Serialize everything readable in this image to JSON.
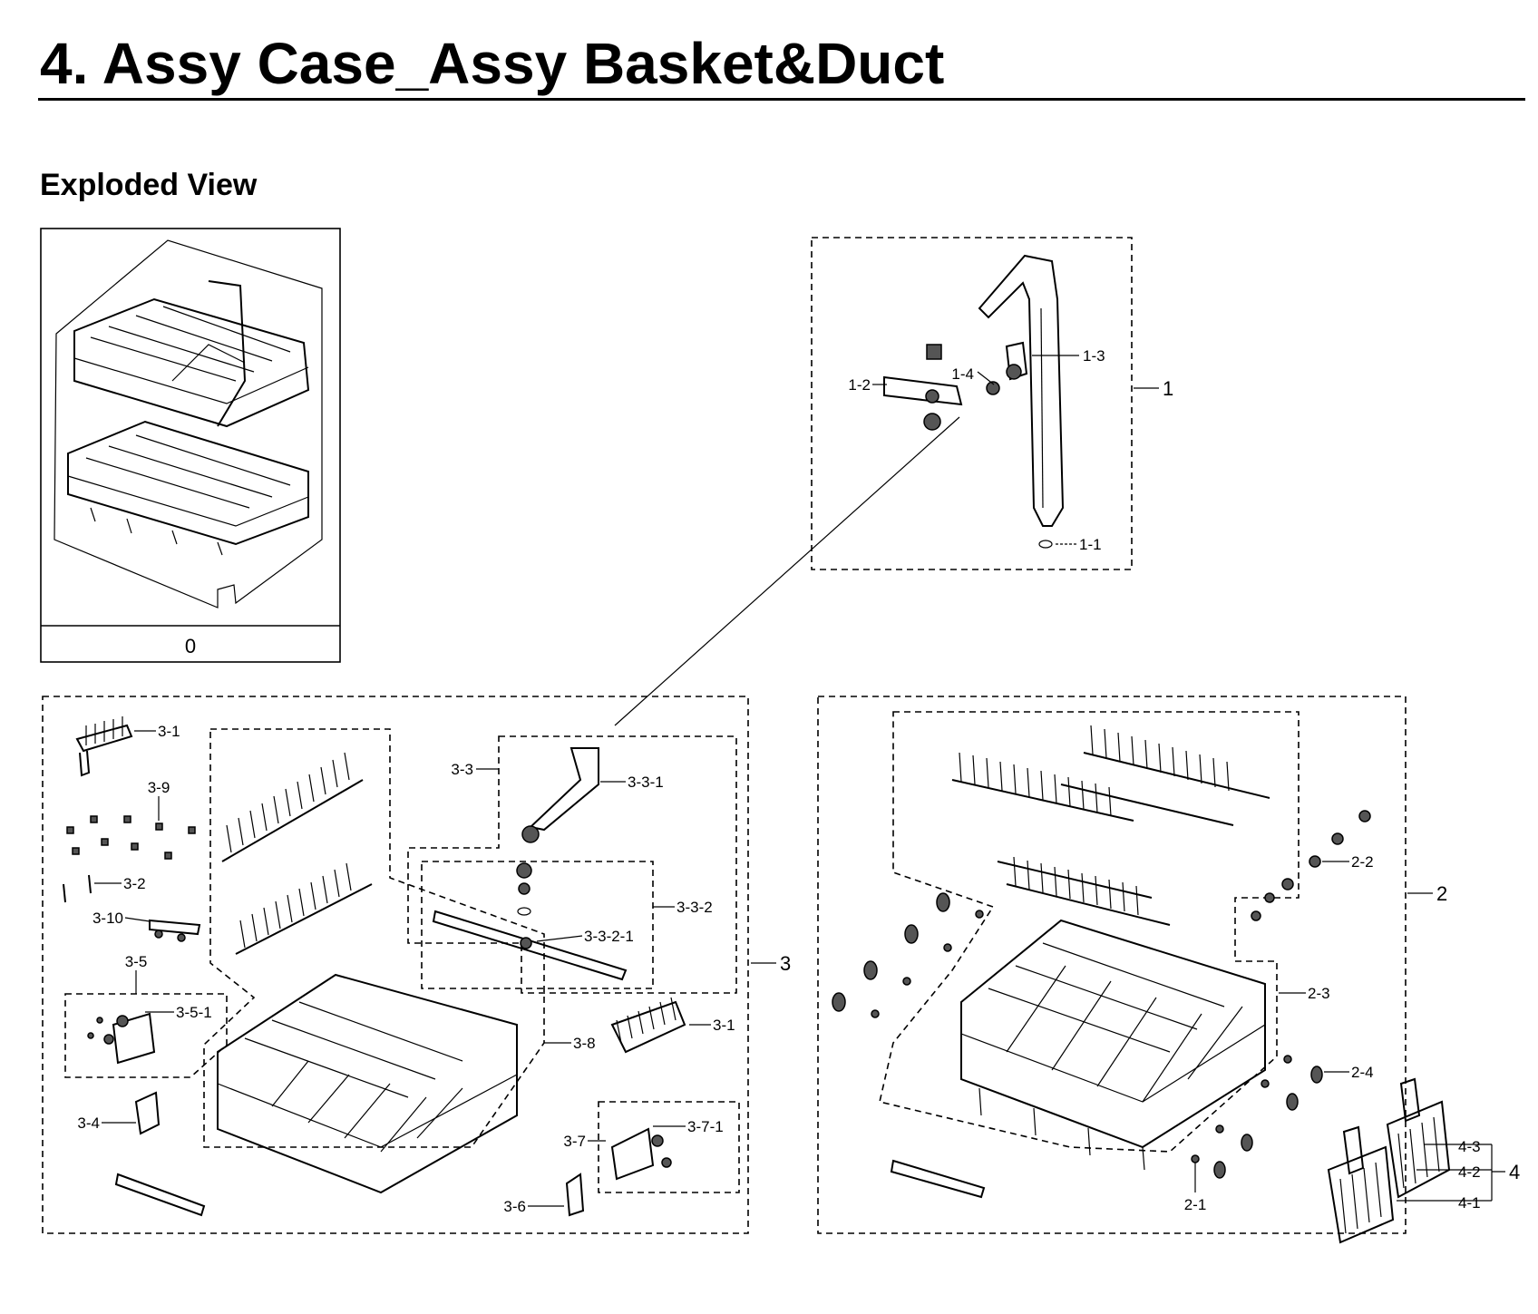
{
  "page": {
    "title": "4.  Assy Case_Assy Basket&Duct",
    "subtitle": "Exploded View"
  },
  "overview": {
    "label": "0"
  },
  "callouts": {
    "g1": "1",
    "p1_1": "1-1",
    "p1_2": "1-2",
    "p1_3": "1-3",
    "p1_4": "1-4",
    "g2": "2",
    "p2_1": "2-1",
    "p2_2": "2-2",
    "p2_3": "2-3",
    "p2_4": "2-4",
    "g3": "3",
    "p3_1a": "3-1",
    "p3_1b": "3-1",
    "p3_2": "3-2",
    "p3_3": "3-3",
    "p3_3_1": "3-3-1",
    "p3_3_2": "3-3-2",
    "p3_3_2_1": "3-3-2-1",
    "p3_4": "3-4",
    "p3_5": "3-5",
    "p3_5_1": "3-5-1",
    "p3_6": "3-6",
    "p3_7": "3-7",
    "p3_7_1": "3-7-1",
    "p3_8": "3-8",
    "p3_9": "3-9",
    "p3_10": "3-10",
    "g4": "4",
    "p4_1": "4-1",
    "p4_2": "4-2",
    "p4_3": "4-3"
  }
}
